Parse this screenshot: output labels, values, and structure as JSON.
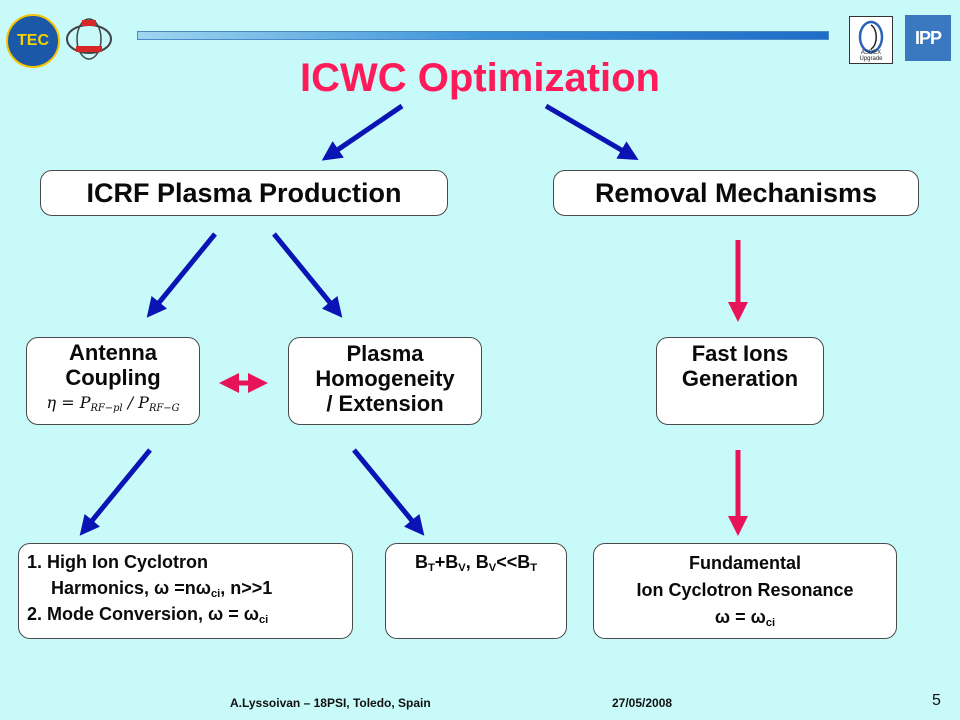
{
  "title": "ICWC Optimization",
  "logos": {
    "left": "TEC",
    "right": "IPP",
    "asdex": "ASDEX Upgrade"
  },
  "boxes": {
    "icrf": "ICRF Plasma Production",
    "removal": "Removal Mechanisms",
    "antenna_line1": "Antenna",
    "antenna_line2": "Coupling",
    "plasma_line1": "Plasma",
    "plasma_line2": "Homogeneity",
    "plasma_line3": "/ Extension",
    "fast_line1": "Fast Ions",
    "fast_line2": "Generation",
    "fund_line1": "Fundamental",
    "fund_line2": "Ion Cyclotron Resonance"
  },
  "formula": {
    "eta": "η",
    "eq": " = ",
    "p": "P",
    "sub1": "RF−pl",
    "slash": " / ",
    "sub2": "RF−G"
  },
  "mech": {
    "item1_a": "1. High Ion Cyclotron",
    "item1_b": "Harmonics, ω =nω",
    "item1_sub": "ci",
    "item1_c": ", n>>1",
    "item2_a": "2. Mode Conversion, ω = ω",
    "item2_sub": "ci"
  },
  "bfield": {
    "b1": "B",
    "s1": "T",
    "b2": "+B",
    "s2": "V",
    "b3": ", B",
    "s3": "V",
    "b4": "<<B",
    "s4": "T"
  },
  "resonance": {
    "text": "ω = ω",
    "sub": "ci"
  },
  "footer": {
    "author": "A.Lyssoivan – 18PSI, Toledo, Spain",
    "date": "27/05/2008",
    "page": "5"
  },
  "colors": {
    "background": "#c8fafa",
    "title": "#ff1a5a",
    "blue_arrow": "#0a14b4",
    "pink_arrow": "#e8145a"
  }
}
